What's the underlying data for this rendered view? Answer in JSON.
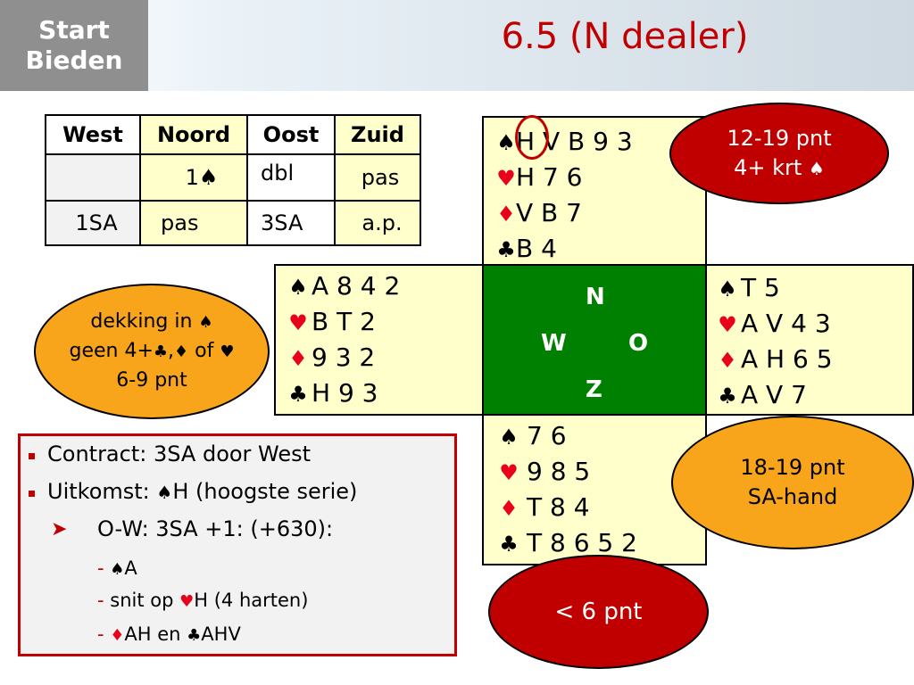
{
  "header": {
    "logo_line1": "Start",
    "logo_line2": "Bieden",
    "title": "6.5 (N dealer)"
  },
  "bidding": {
    "headers": [
      "West",
      "Noord",
      "Oost",
      "Zuid"
    ],
    "rows": [
      [
        "",
        "1♠",
        "dbl",
        "pas"
      ],
      [
        "1SA",
        "pas",
        "3SA",
        "a.p."
      ]
    ]
  },
  "suits": {
    "spade": "♠",
    "heart": "♥",
    "diamond": "♦",
    "club": "♣"
  },
  "hands": {
    "north": {
      "spades": "H V B 9 3",
      "hearts": "H 7 6",
      "diamonds": "V B 7",
      "clubs": "B 4"
    },
    "west": {
      "spades": "A 8 4 2",
      "hearts": "B T 2",
      "diamonds": "9 3 2",
      "clubs": "H 9 3"
    },
    "east": {
      "spades": "T 5",
      "hearts": "A V 4 3",
      "diamonds": "A H 6 5",
      "clubs": "A V 7"
    },
    "south": {
      "spades": "7 6",
      "hearts": "9 8 5",
      "diamonds": "T 8 4",
      "clubs": "T 8 6 5 2"
    }
  },
  "compass": {
    "n": "N",
    "w": "W",
    "o": "O",
    "z": "Z"
  },
  "callouts": {
    "north": {
      "line1": "12-19 pnt",
      "line2": "4+ krt"
    },
    "west": {
      "line1": "dekking in",
      "line2_a": "geen 4+",
      "line2_b": ",",
      "line2_c": " of",
      "line3": "6-9 pnt"
    },
    "east": {
      "line1": "18-19 pnt",
      "line2": "SA-hand"
    },
    "south": {
      "line1": "< 6 pnt"
    }
  },
  "info": {
    "bullet1": "Contract: 3SA door West",
    "bullet2_a": "Uitkomst: ",
    "bullet2_b": "H (hoogste serie)",
    "sub1": "O-W: 3SA +1: (+630):",
    "item1_b": "A",
    "item2_a": "snit op ",
    "item2_b": "H (4 harten)",
    "item3_b": "AH en ",
    "item3_d": "AHV",
    "dash": "-"
  },
  "colors": {
    "accent_red": "#c00000",
    "suit_red": "#e8001c",
    "table_green": "#008000",
    "hand_bg": "#ffffcc",
    "orange": "#f8a51b"
  }
}
